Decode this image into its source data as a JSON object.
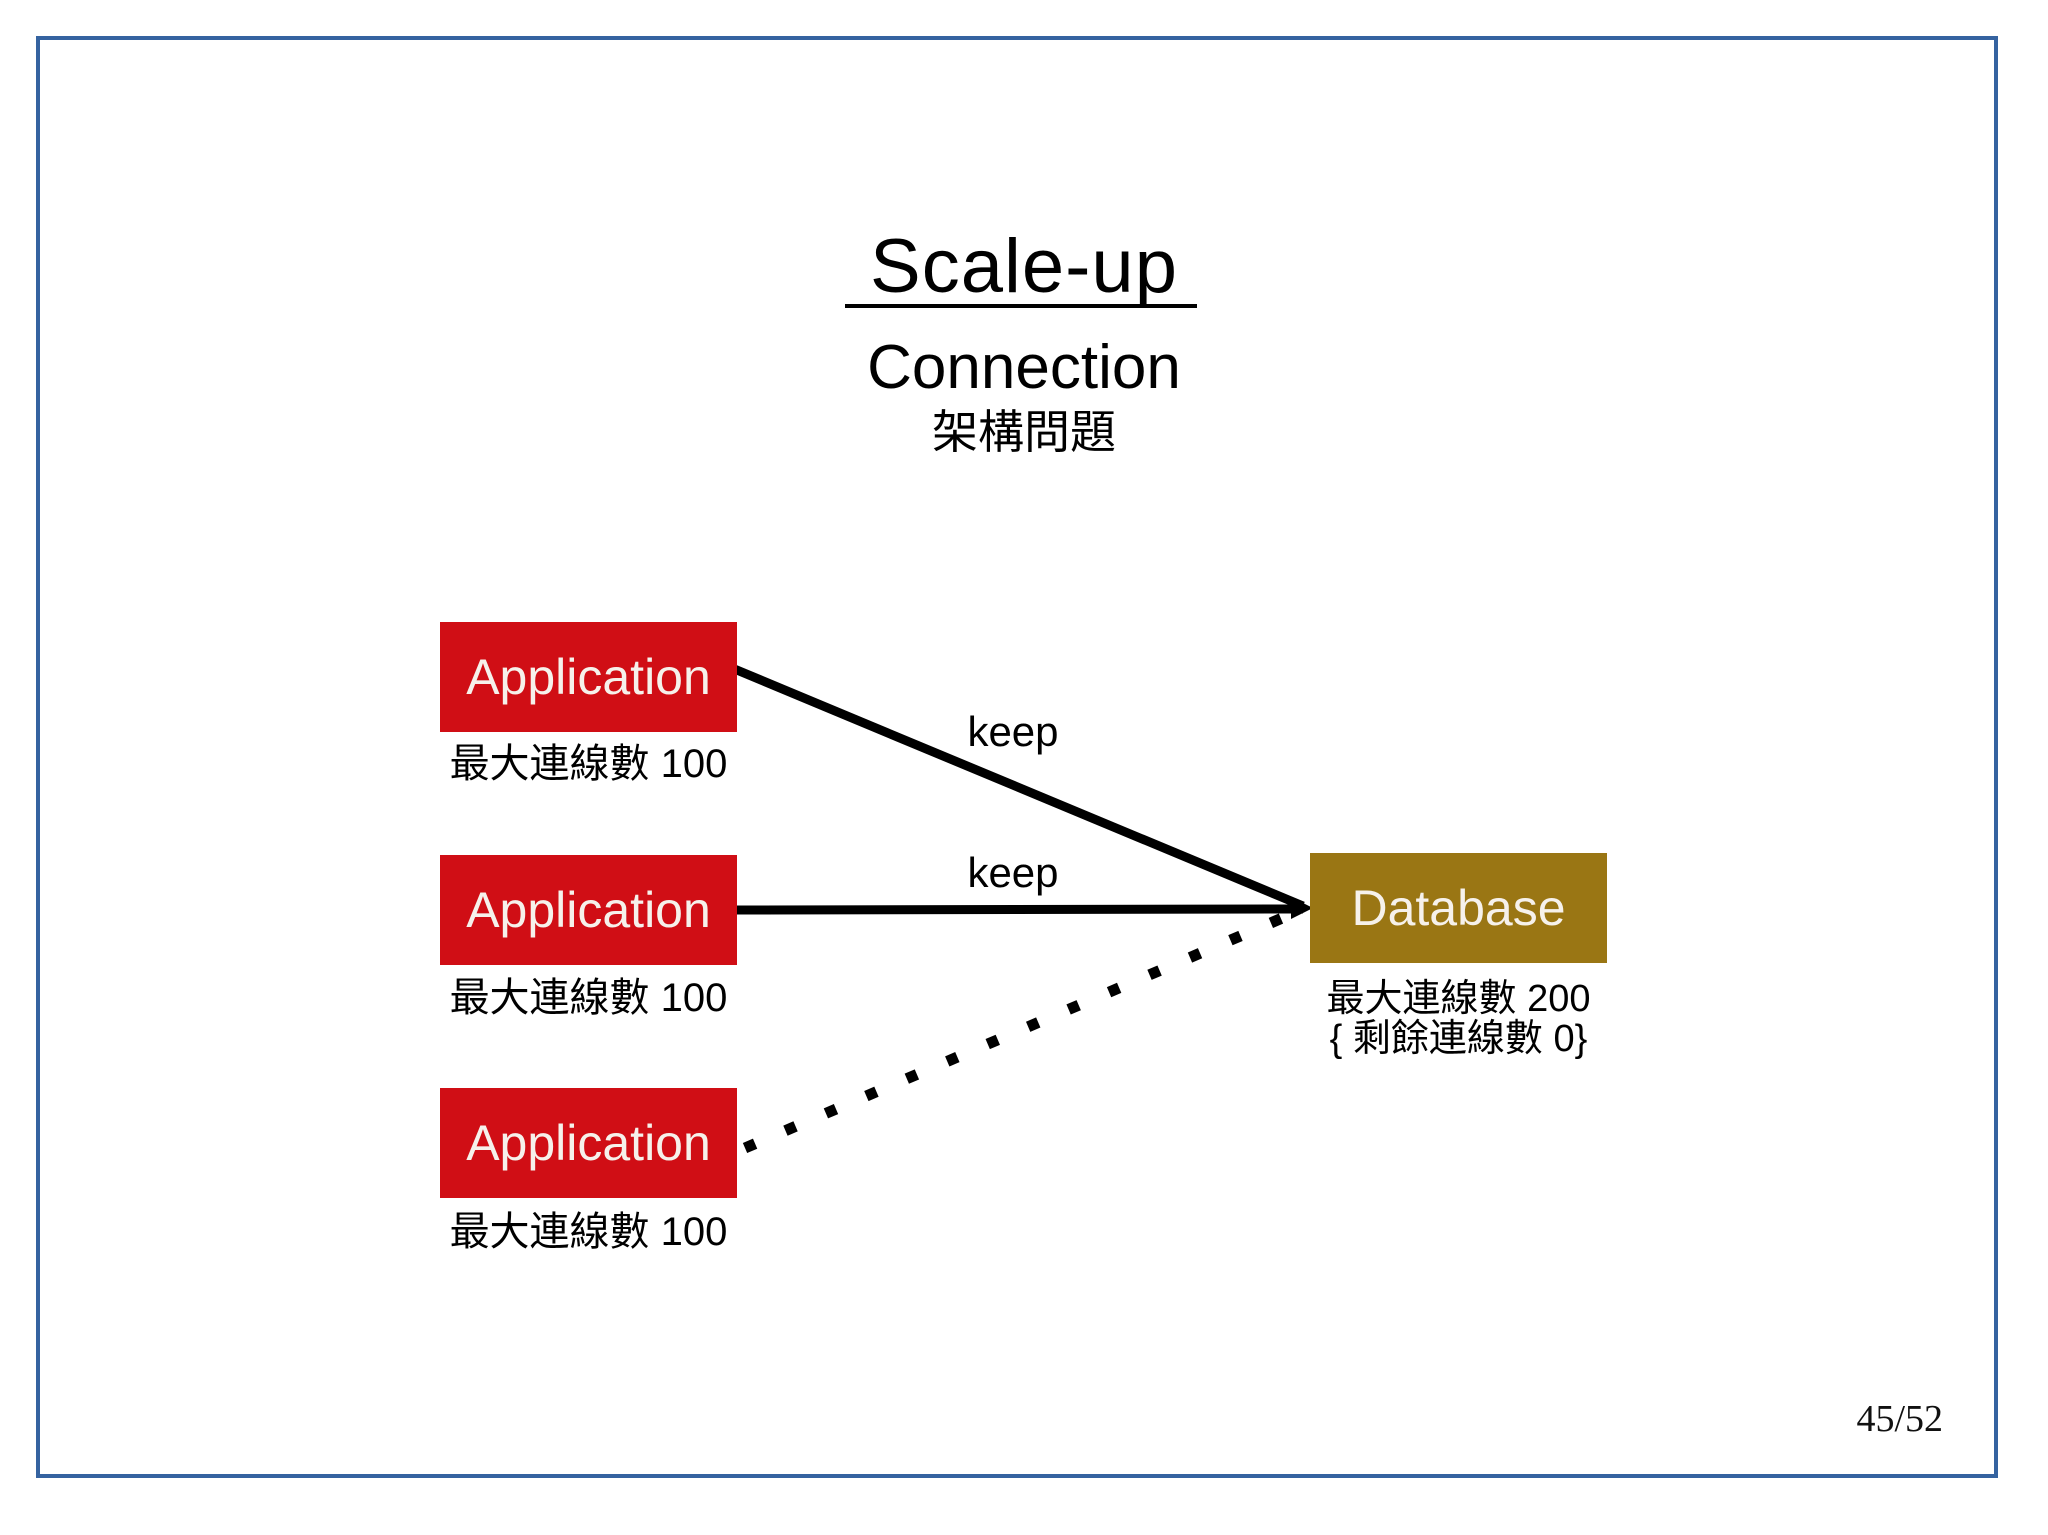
{
  "slide": {
    "title": "Scale-up",
    "subtitle": "Connection",
    "topic": "架構問題",
    "page_number": "45/52"
  },
  "diagram": {
    "applications": [
      {
        "label": "Application",
        "caption": "最大連線數 100"
      },
      {
        "label": "Application",
        "caption": "最大連線數 100"
      },
      {
        "label": "Application",
        "caption": "最大連線數 100"
      }
    ],
    "database": {
      "label": "Database",
      "caption_line1": "最大連線數 200",
      "caption_line2": "{ 剩餘連線數 0}"
    },
    "connections": [
      {
        "from": "application-1",
        "to": "database",
        "label": "keep",
        "style": "solid"
      },
      {
        "from": "application-2",
        "to": "database",
        "label": "keep",
        "style": "solid"
      },
      {
        "from": "application-3",
        "to": "database",
        "label": "",
        "style": "dotted"
      }
    ]
  },
  "colors": {
    "application_fill": "#D00E15",
    "database_fill": "#9A7614",
    "node_text": "#F6F1EB",
    "connector": "#000000",
    "slide_border": "#3563A0",
    "text": "#000000"
  }
}
